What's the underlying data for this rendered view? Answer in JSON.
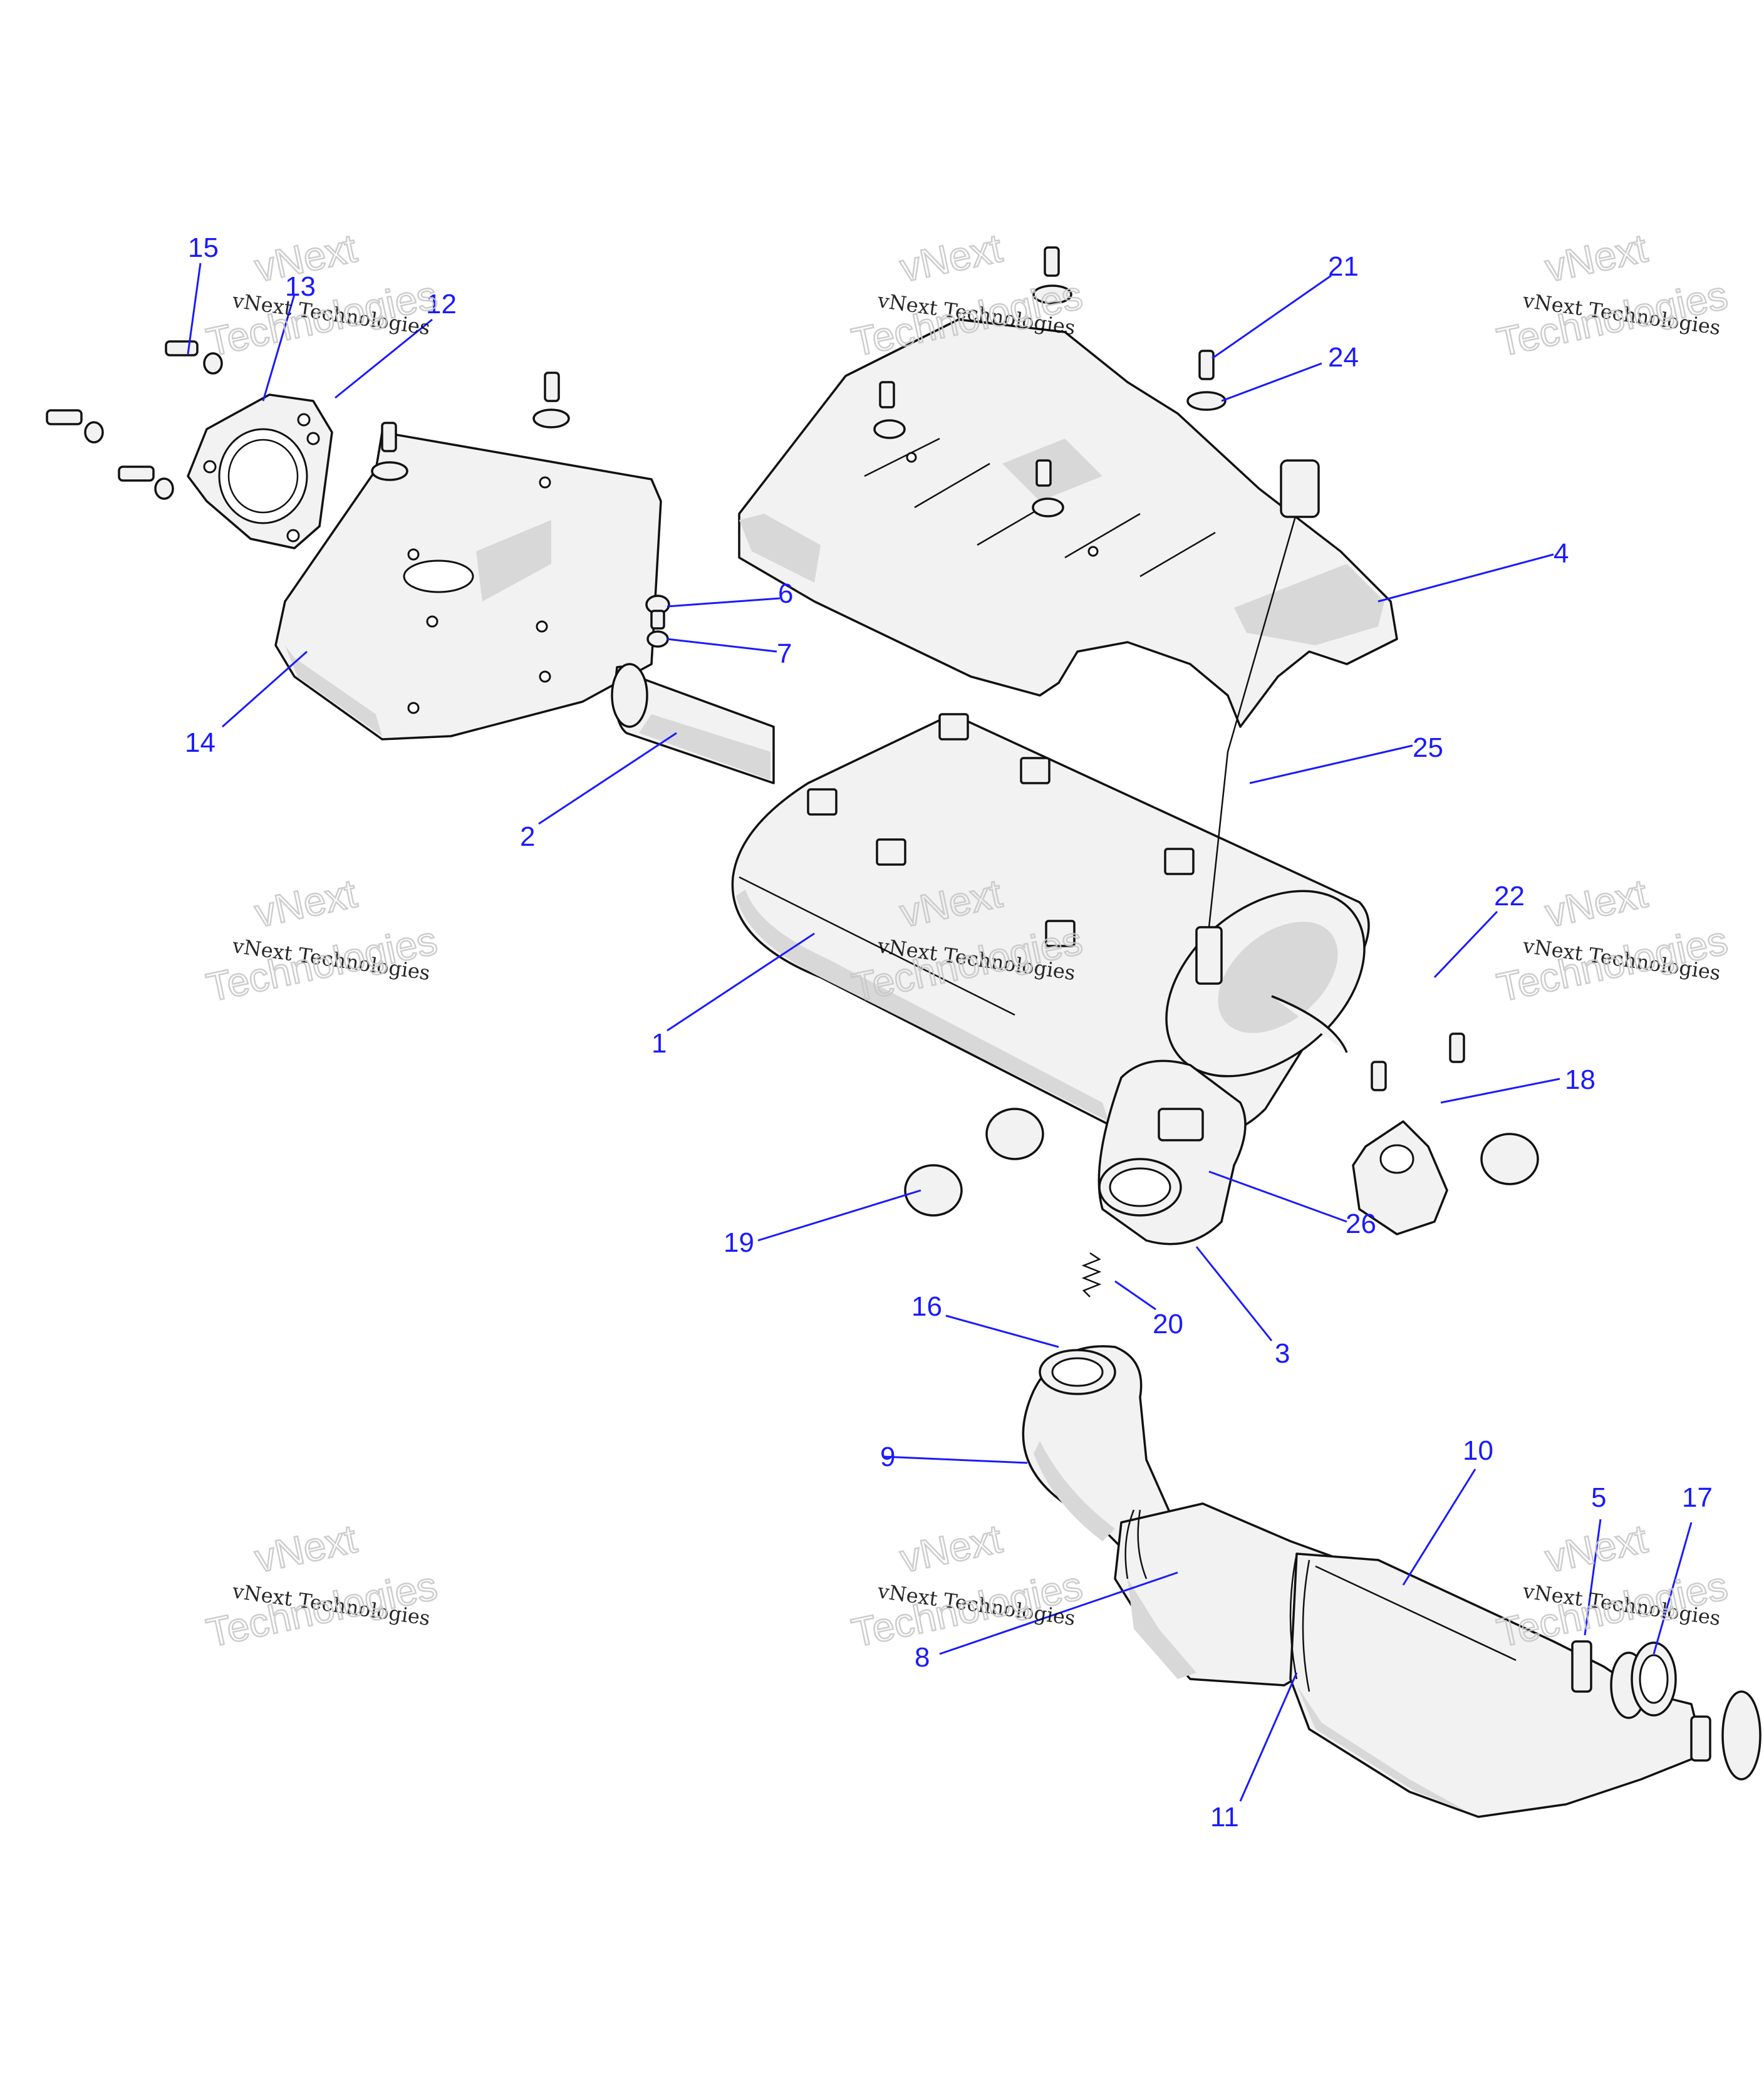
{
  "watermark": {
    "line1": "vNext",
    "line2": "vNext Technologies",
    "line3": "Technologies"
  },
  "callouts": [
    {
      "id": "c1",
      "label": "1"
    },
    {
      "id": "c2",
      "label": "2"
    },
    {
      "id": "c3",
      "label": "3"
    },
    {
      "id": "c4",
      "label": "4"
    },
    {
      "id": "c5",
      "label": "5"
    },
    {
      "id": "c6",
      "label": "6"
    },
    {
      "id": "c7",
      "label": "7"
    },
    {
      "id": "c8",
      "label": "8"
    },
    {
      "id": "c9",
      "label": "9"
    },
    {
      "id": "c10",
      "label": "10"
    },
    {
      "id": "c11",
      "label": "11"
    },
    {
      "id": "c12",
      "label": "12"
    },
    {
      "id": "c13",
      "label": "13"
    },
    {
      "id": "c14",
      "label": "14"
    },
    {
      "id": "c15",
      "label": "15"
    },
    {
      "id": "c16",
      "label": "16"
    },
    {
      "id": "c17",
      "label": "17"
    },
    {
      "id": "c18",
      "label": "18"
    },
    {
      "id": "c19",
      "label": "19"
    },
    {
      "id": "c20",
      "label": "20"
    },
    {
      "id": "c21",
      "label": "21"
    },
    {
      "id": "c22",
      "label": "22"
    },
    {
      "id": "c24",
      "label": "24"
    },
    {
      "id": "c25",
      "label": "25"
    },
    {
      "id": "c26",
      "label": "26"
    }
  ],
  "colors": {
    "callout": "#1a1aff",
    "line": "#111111",
    "part_fill": "#f2f2f2",
    "shade": "#d8d8d8"
  }
}
